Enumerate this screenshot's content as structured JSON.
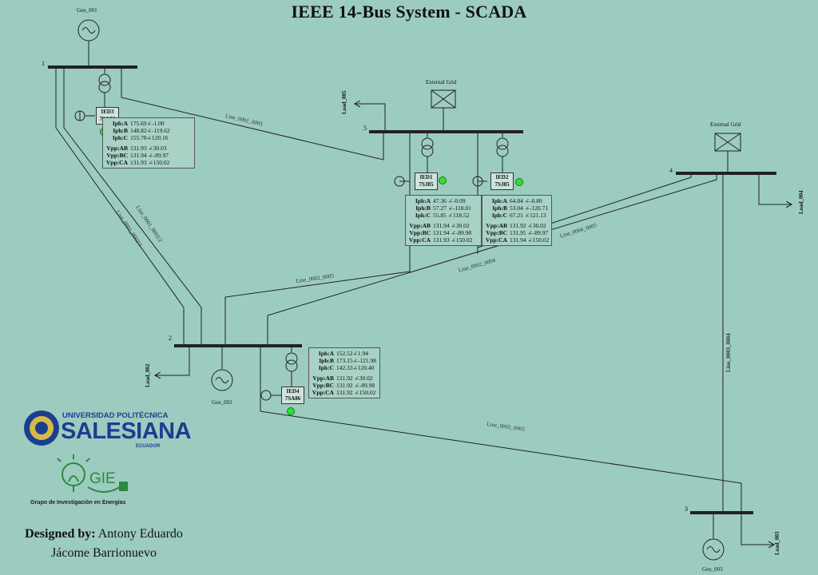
{
  "title": "IEEE 14-Bus System - SCADA",
  "buses": {
    "b1": "1",
    "b2": "2",
    "b3": "3",
    "b4": "4",
    "b5": "5"
  },
  "generators": {
    "gen1": "Gen_001",
    "gen2": "Gen_002",
    "gen3": "Gen_003"
  },
  "grids": {
    "grid5": "External Grid",
    "grid4": "External Grid"
  },
  "loads": {
    "l2": "Load_002",
    "l3": "Load_003",
    "l4": "Load_004",
    "l5": "Load_005"
  },
  "lines": {
    "l0105": "Line_0001_0005",
    "l0102_2": "Line_0001_0002/2",
    "l0102_1": "Line_0001_0002/1",
    "l0205": "Line_0002_0005",
    "l0204": "Line_0002_0004",
    "l0405": "Line_0004_0005",
    "l0304": "Line_0003_0004",
    "l0203": "Line_0002_0003"
  },
  "ieds": {
    "ied3": {
      "name": "IED3",
      "model": "7SA86"
    },
    "ied1": {
      "name": "IED1",
      "model": "7SJ85"
    },
    "ied2": {
      "name": "IED2",
      "model": "7SJ85"
    },
    "ied4": {
      "name": "IED4",
      "model": "7SA86"
    }
  },
  "measurements": {
    "m3": [
      [
        "Iph:A",
        "175.69∠-1.00"
      ],
      [
        "Iph:B",
        "148.82∠-119.62"
      ],
      [
        "Iph:C",
        "155.78∠120.16"
      ],
      [
        "Vpp:AB",
        "131.93 ∠30.03"
      ],
      [
        "Vpp:BC",
        "131.94 ∠-89.97"
      ],
      [
        "Vpp:CA",
        "131.93 ∠150.02"
      ]
    ],
    "m1": [
      [
        "Iph:A",
        "47.36 ∠-0.09"
      ],
      [
        "Iph:B",
        "57.27 ∠-118.01"
      ],
      [
        "Iph:C",
        "55.85 ∠118.52"
      ],
      [
        "Vpp:AB",
        "131.94 ∠30.02"
      ],
      [
        "Vpp:BC",
        "131.94 ∠-89.98"
      ],
      [
        "Vpp:CA",
        "131.93 ∠150.02"
      ]
    ],
    "m2": [
      [
        "Iph:A",
        "64.84 ∠-0.80"
      ],
      [
        "Iph:B",
        "53.04 ∠-120.71"
      ],
      [
        "Iph:C",
        "67.21 ∠121.13"
      ],
      [
        "Vpp:AB",
        "131.92 ∠30.02"
      ],
      [
        "Vpp:BC",
        "131.95 ∠-89.97"
      ],
      [
        "Vpp:CA",
        "131.94 ∠150.02"
      ]
    ],
    "m4": [
      [
        "Iph:A",
        "152.52∠1.94"
      ],
      [
        "Iph:B",
        "173.15∠-121.98"
      ],
      [
        "Iph:C",
        "142.33∠120.40"
      ],
      [
        "Vpp:AB",
        "131.92 ∠30.02"
      ],
      [
        "Vpp:BC",
        "131.92 ∠-89.98"
      ],
      [
        "Vpp:CA",
        "131.92 ∠150.02"
      ]
    ]
  },
  "logos": {
    "ups_line1": "UNIVERSIDAD POLITÉCNICA",
    "ups_line2": "SALESIANA",
    "ups_line3": "ECUADOR",
    "gie": "GIE",
    "gie_sub": "Grupo de Investigación en Energías"
  },
  "credits": {
    "label": "Designed by:",
    "name1": "Antony Eduardo",
    "name2": "Jácome Barrionuevo"
  },
  "colors": {
    "background": "#9ccbbf",
    "led": "#2fe02f",
    "bus": "#111111",
    "ups_blue": "#1b3f8f",
    "gie_green": "#2b8a3e"
  }
}
